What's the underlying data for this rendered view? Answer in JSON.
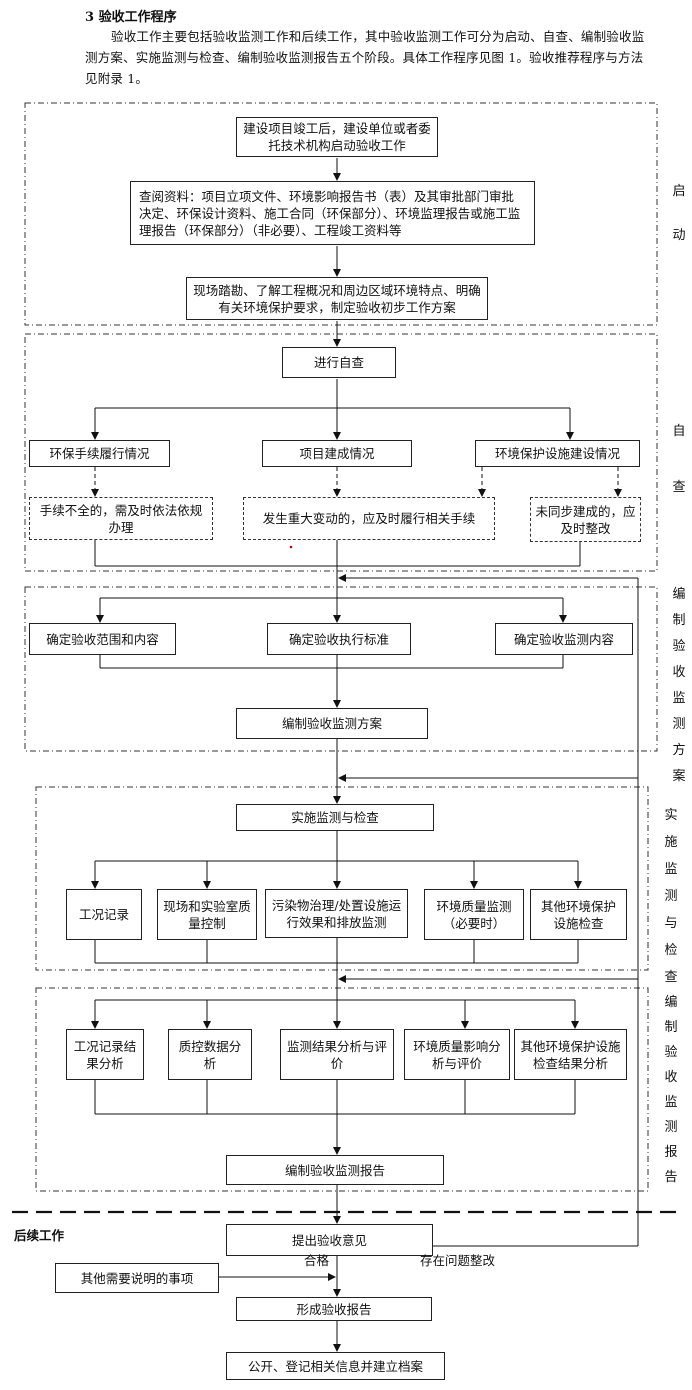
{
  "heading": "3 验收工作程序",
  "intro": "验收工作主要包括验收监测工作和后续工作，其中验收监测工作可分为启动、自查、编制验收监测方案、实施监测与检查、编制验收监测报告五个阶段。具体工作程序见图 1。验收推荐程序与方法见附录 1。",
  "stages": {
    "start": "启动",
    "self_check": "自查",
    "plan": "编制验收监测方案",
    "implement": "实施监测与检查",
    "report": "编制验收监测报告"
  },
  "follow_up_label": "后续工作",
  "boxes": {
    "start_1": "建设项目竣工后，建设单位或者委托技术机构启动验收工作",
    "start_2": "查阅资料：项目立项文件、环境影响报告书（表）及其审批部门审批决定、环保设计资料、施工合同（环保部分）、环境监理报告或施工监理报告（环保部分）（非必要）、工程竣工资料等",
    "start_3": "现场踏勘、了解工程概况和周边区域环境特点、明确有关环境保护要求，制定验收初步工作方案",
    "self_check": "进行自查",
    "sc_a": "环保手续履行情况",
    "sc_b": "项目建成情况",
    "sc_c": "环境保护设施建设情况",
    "sc_a_note": "手续不全的，需及时依法依规办理",
    "sc_b_note": "发生重大变动的，应及时履行相关手续",
    "sc_c_note": "未同步建成的，应及时整改",
    "plan_a": "确定验收范围和内容",
    "plan_b": "确定验收执行标准",
    "plan_c": "确定验收监测内容",
    "plan_main": "编制验收监测方案",
    "impl_main": "实施监测与检查",
    "impl_1": "工况记录",
    "impl_2": "现场和实验室质量控制",
    "impl_3": "污染物治理/处置设施运行效果和排放监测",
    "impl_4": "环境质量监测（必要时）",
    "impl_5": "其他环境保护设施检查",
    "rep_1": "工况记录结果分析",
    "rep_2": "质控数据分析",
    "rep_3": "监测结果分析与评价",
    "rep_4": "环境质量影响分析与评价",
    "rep_5": "其他环境保护设施检查结果分析",
    "rep_main": "编制验收监测报告",
    "opinion": "提出验收意见",
    "other_notes": "其他需要说明的事项",
    "form_report": "形成验收报告",
    "publish": "公开、登记相关信息并建立档案"
  },
  "edge_labels": {
    "pass": "合格",
    "rectify": "存在问题整改"
  }
}
